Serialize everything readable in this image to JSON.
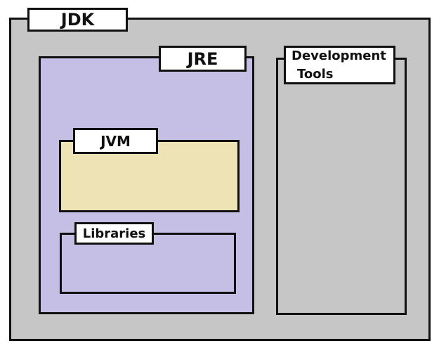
{
  "colors": {
    "jdk_fill": "#c6c6c6",
    "jre_fill": "#c5bfe5",
    "jvm_fill": "#ede3b4",
    "libraries_fill": "#c5bfe5",
    "dev_tools_fill": "#c6c6c6",
    "border": "#111111",
    "label_fill": "#ffffff"
  },
  "diagram": {
    "jdk": {
      "label": "JDK"
    },
    "jre": {
      "label": "JRE"
    },
    "jvm": {
      "label": "JVM"
    },
    "libraries": {
      "label": "Libraries"
    },
    "dev_tools": {
      "label_line1": "Development",
      "label_line2": "Tools"
    }
  }
}
